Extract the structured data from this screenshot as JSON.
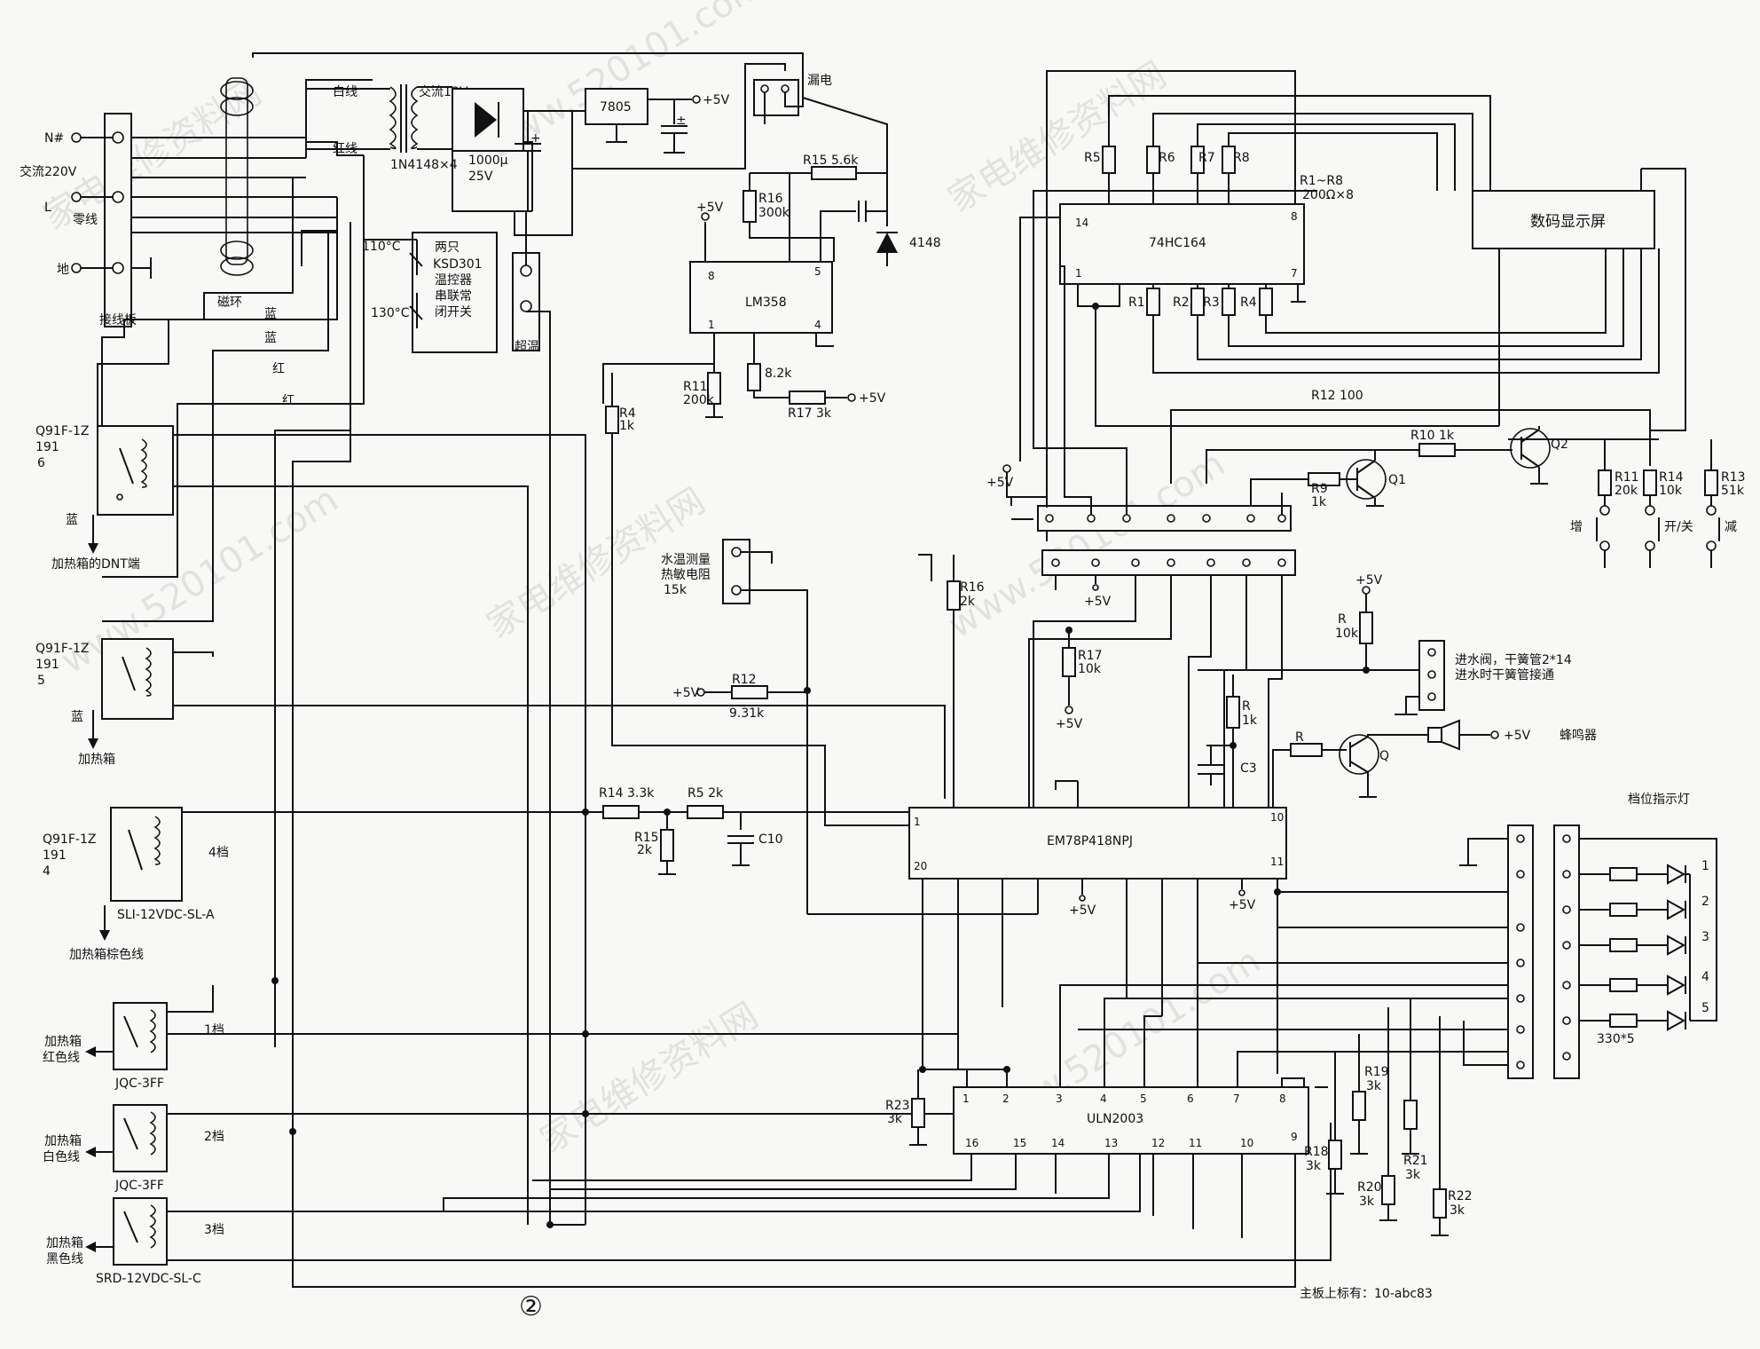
{
  "left_block": {
    "n_label": "N#",
    "ac_label": "交流220V",
    "l_label": "L",
    "neutral_label": "零线",
    "ground_label": "地",
    "terminal_board": "接线板",
    "magnetic_ring": "磁环",
    "blue1": "蓝",
    "blue2": "蓝",
    "red1": "红",
    "red2": "红"
  },
  "transformer": {
    "white_wire": "白线",
    "red_wire": "红线",
    "ac13v": "交流13V",
    "diodes": "1N4148×4",
    "cap_value": "1000μ",
    "cap_voltage": "25V"
  },
  "regulator": {
    "name": "7805",
    "out": "+5V"
  },
  "leakage": {
    "label": "漏电"
  },
  "thermostat": {
    "t110": "110°C",
    "t130": "130°C",
    "desc": [
      "两只",
      "KSD301",
      "温控器",
      "串联常",
      "闭开关"
    ],
    "over_temp": "超温"
  },
  "lm358_block": {
    "ic_name": "LM358",
    "pin8": "8",
    "pin5": "5",
    "pin1": "1",
    "pin4": "4",
    "r15": "R15  5.6k",
    "r16": "R16",
    "r16v": "300k",
    "plus5": "+5V",
    "d4148": "4148",
    "r11": "R11",
    "r11v": "200k",
    "r82k": "8.2k",
    "r17": "R17  3k",
    "r17plus": "+5V"
  },
  "relays": {
    "k1_label": "Q91F-1Z",
    "k1_sub": "191",
    "k1_num": "6",
    "k1_wire": "蓝",
    "k1_out": "加热箱的DNT端",
    "k2_label": "Q91F-1Z",
    "k2_sub": "191",
    "k2_num": "5",
    "k2_wire": "蓝",
    "k2_out": "加热箱",
    "k3_label": "Q91F-1Z",
    "k3_sub": "191",
    "k3_num": "4",
    "k3_model": "SLI-12VDC-SL-A",
    "k3_out": "加热箱棕色线",
    "k3_gear": "4档",
    "k4_model": "JQC-3FF",
    "k4_out": [
      "加热箱",
      "红色线"
    ],
    "k4_gear": "1档",
    "k5_model": "JQC-3FF",
    "k5_out": [
      "加热箱",
      "白色线"
    ],
    "k5_gear": "2档",
    "k6_model": "SRD-12VDC-SL-C",
    "k6_out": [
      "加热箱",
      "黑色线"
    ],
    "k6_gear": "3档"
  },
  "display_block": {
    "r5": "R5",
    "r6": "R6",
    "r7": "R7",
    "r8": "R8",
    "r_all": "R1~R8",
    "r_all_v": "200Ω×8",
    "ic_name": "74HC164",
    "pin14": "14",
    "pin8": "8",
    "pin1": "1",
    "pin7": "7",
    "r1": "R1",
    "r2": "R2",
    "r3": "R3",
    "r4": "R4",
    "display": "数码显示屏",
    "r12": "R12  100",
    "r10": "R10  1k",
    "q2": "Q2",
    "q1": "Q1",
    "r9": "R9",
    "r9v": "1k",
    "plus5": "+5V",
    "r11": "R11",
    "r11v": "20k",
    "r14": "R14",
    "r14v": "10k",
    "r13": "R13",
    "r13v": "51k",
    "btn_up": "增",
    "btn_onoff": "开/关",
    "btn_down": "减"
  },
  "mcu_block": {
    "sensor": [
      "水温测量",
      "热敏电阻",
      "15k"
    ],
    "r4": "R4",
    "r4v": "1k",
    "r12": "R12",
    "r12v": "9.31k",
    "r12plus": "+5V",
    "r16": "R16",
    "r16v": "2k",
    "conn_plus": "+5V",
    "r17": "R17",
    "r17v": "10k",
    "r17plus": "+5V",
    "r_plus": "+5V",
    "r_name": "R",
    "r_val": "10k",
    "valve": [
      "进水阀，干簧管2*14",
      "进水时干簧管接通"
    ],
    "r1k": "R",
    "r1kv": "1k",
    "c3": "C3",
    "rq": "R",
    "q": "Q",
    "buzz_plus": "+5V",
    "buzzer": "蜂鸣器",
    "r14": "R14  3.3k",
    "r5": "R5  2k",
    "r15": "R15",
    "r15v": "2k",
    "c10": "C10",
    "mcu": "EM78P418NPJ",
    "p1": "1",
    "p20": "20",
    "p10": "10",
    "p11": "11",
    "mcu_plus1": "+5V",
    "mcu_plus2": "+5V"
  },
  "uln_block": {
    "ic_name": "ULN2003",
    "top_pins": [
      "1",
      "2",
      "3",
      "4",
      "5",
      "6",
      "7",
      "8"
    ],
    "bottom_pins": [
      "16",
      "15",
      "14",
      "13",
      "12",
      "11",
      "10",
      "9"
    ],
    "r23": "R23",
    "r23v": "3k",
    "r18": "R18",
    "r18v": "3k",
    "r19": "R19",
    "r19v": "3k",
    "r20": "R20",
    "r20v": "3k",
    "r21": "R21",
    "r21v": "3k",
    "r22": "R22",
    "r22v": "3k"
  },
  "indicator": {
    "title": "档位指示灯",
    "leds": [
      "1",
      "2",
      "3",
      "4",
      "5"
    ],
    "res": "330*5"
  },
  "footer": {
    "page_mark": "②",
    "board_note": "主板上标有：10-abc83"
  },
  "watermarks": [
    "家电维修资料网",
    "www.520101.com"
  ]
}
